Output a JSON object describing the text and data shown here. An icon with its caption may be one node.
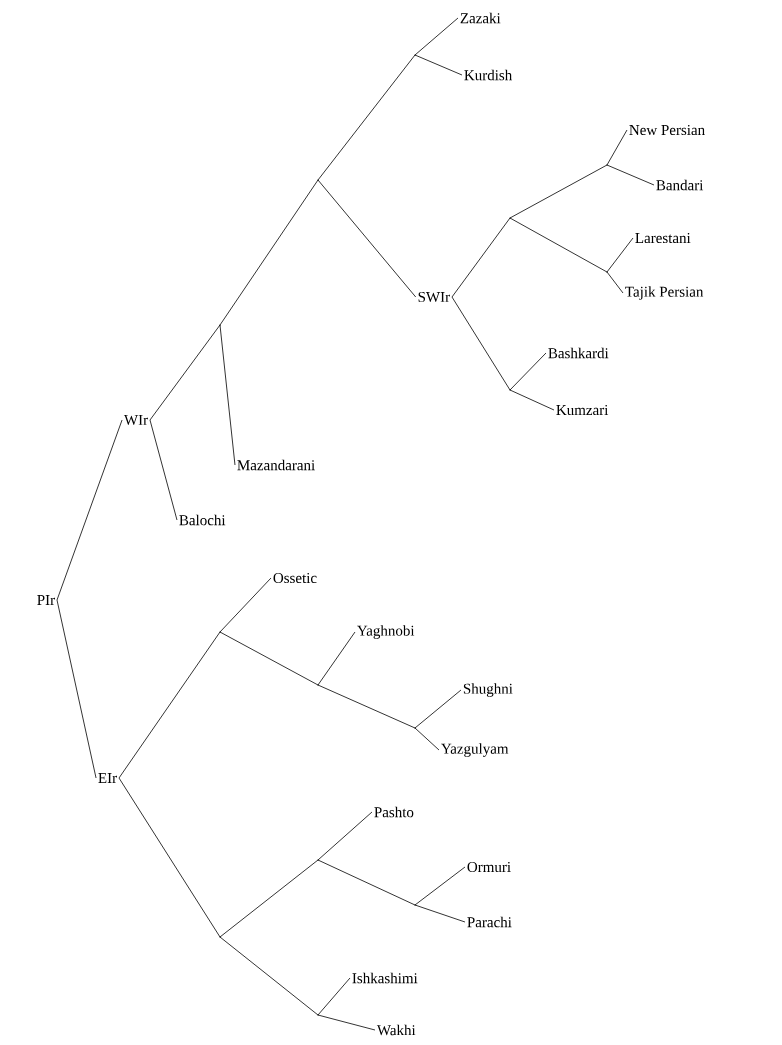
{
  "diagram": {
    "nodes": [
      {
        "text": [
          "PIr"
        ]
      },
      {
        "text": [
          "WIr"
        ]
      },
      {
        "text": [],
        "shape": "point"
      },
      {
        "text": [],
        "shape": "point"
      },
      {
        "text": [],
        "shape": "point"
      },
      {
        "text": [
          "Zazaki"
        ]
      },
      {
        "text": [
          "Kurdish"
        ]
      },
      {
        "text": [
          "SWIr"
        ]
      },
      {
        "text": [],
        "shape": "point"
      },
      {
        "text": [],
        "shape": "point"
      },
      {
        "text": [
          "New Persian"
        ]
      },
      {
        "text": [
          "Bandari"
        ]
      },
      {
        "text": [],
        "shape": "point"
      },
      {
        "text": [
          "Larestani"
        ]
      },
      {
        "text": [
          "Tajik Persian"
        ]
      },
      {
        "text": [],
        "shape": "point"
      },
      {
        "text": [
          "Bashkardi"
        ]
      },
      {
        "text": [
          "Kumzari"
        ]
      },
      {
        "text": [
          "Mazandarani"
        ]
      },
      {
        "text": [
          "Balochi"
        ]
      },
      {
        "text": [
          "EIr"
        ]
      },
      {
        "text": [],
        "shape": "point"
      },
      {
        "text": [
          "Ossetic"
        ]
      },
      {
        "text": [],
        "shape": "point"
      },
      {
        "text": [
          "Yaghnobi"
        ]
      },
      {
        "text": [],
        "shape": "point"
      },
      {
        "text": [
          "Shughni"
        ]
      },
      {
        "text": [
          "Yazgulyam"
        ]
      },
      {
        "text": [],
        "shape": "point"
      },
      {
        "text": [],
        "shape": "point"
      },
      {
        "text": [
          "Pashto"
        ]
      },
      {
        "text": [],
        "shape": "point"
      },
      {
        "text": [
          "Ormuri"
        ]
      },
      {
        "text": [
          "Parachi"
        ]
      },
      {
        "text": [],
        "shape": "point"
      },
      {
        "text": [
          "Ishkashimi"
        ]
      },
      {
        "text": [
          "Wakhi"
        ]
      }
    ],
    "edges": [
      {
        "from": 0,
        "to": 1,
        "arrow": "none"
      },
      {
        "from": 0,
        "to": 20,
        "arrow": "none"
      },
      {
        "from": 1,
        "to": 2,
        "arrow": "none"
      },
      {
        "from": 1,
        "to": 19,
        "arrow": "none"
      },
      {
        "from": 2,
        "to": 3,
        "arrow": "none"
      },
      {
        "from": 2,
        "to": 18,
        "arrow": "none"
      },
      {
        "from": 3,
        "to": 4,
        "arrow": "none"
      },
      {
        "from": 3,
        "to": 7,
        "arrow": "none"
      },
      {
        "from": 4,
        "to": 5,
        "arrow": "none"
      },
      {
        "from": 4,
        "to": 6,
        "arrow": "none"
      },
      {
        "from": 7,
        "to": 8,
        "arrow": "none"
      },
      {
        "from": 7,
        "to": 15,
        "arrow": "none"
      },
      {
        "from": 8,
        "to": 9,
        "arrow": "none"
      },
      {
        "from": 8,
        "to": 12,
        "arrow": "none"
      },
      {
        "from": 9,
        "to": 10,
        "arrow": "none"
      },
      {
        "from": 9,
        "to": 11,
        "arrow": "none"
      },
      {
        "from": 12,
        "to": 13,
        "arrow": "none"
      },
      {
        "from": 12,
        "to": 14,
        "arrow": "none"
      },
      {
        "from": 15,
        "to": 16,
        "arrow": "none"
      },
      {
        "from": 15,
        "to": 17,
        "arrow": "none"
      },
      {
        "from": 20,
        "to": 21,
        "arrow": "none"
      },
      {
        "from": 20,
        "to": 28,
        "arrow": "none"
      },
      {
        "from": 21,
        "to": 22,
        "arrow": "none"
      },
      {
        "from": 21,
        "to": 23,
        "arrow": "none"
      },
      {
        "from": 23,
        "to": 24,
        "arrow": "none"
      },
      {
        "from": 23,
        "to": 25,
        "arrow": "none"
      },
      {
        "from": 25,
        "to": 26,
        "arrow": "none"
      },
      {
        "from": 25,
        "to": 27,
        "arrow": "none"
      },
      {
        "from": 28,
        "to": 29,
        "arrow": "none"
      },
      {
        "from": 28,
        "to": 34,
        "arrow": "none"
      },
      {
        "from": 29,
        "to": 30,
        "arrow": "none"
      },
      {
        "from": 29,
        "to": 31,
        "arrow": "none"
      },
      {
        "from": 31,
        "to": 32,
        "arrow": "none"
      },
      {
        "from": 31,
        "to": 33,
        "arrow": "none"
      },
      {
        "from": 34,
        "to": 35,
        "arrow": "none"
      },
      {
        "from": 34,
        "to": 36,
        "arrow": "none"
      }
    ]
  }
}
